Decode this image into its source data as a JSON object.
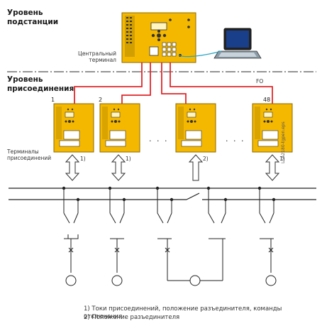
{
  "levels": {
    "substation": "Уровень\nподстанции",
    "bay": "Уровень\nприсоединения"
  },
  "central_terminal_label": "Центральный\nтерминал",
  "fo_label": "FO",
  "bay_terminals_label": "Терминалы\nприсоединений",
  "bay_numbers": [
    "1",
    "2",
    "48"
  ],
  "ellipsis": "· · ·",
  "arrow_notes": [
    "1)",
    "1)",
    "2)",
    "1)"
  ],
  "image_id": "LSA2180-tgpen.eps",
  "footnotes": [
    "1) Токи присоединений, положение разъединителя, команды отключения",
    "2) Положение разъединителя"
  ],
  "colors": {
    "device_fill": "#f5b800",
    "device_stroke": "#8a6a00",
    "link_red": "#e0262a",
    "laptop_cable": "#2aa6c4",
    "dash_line": "#555555"
  }
}
